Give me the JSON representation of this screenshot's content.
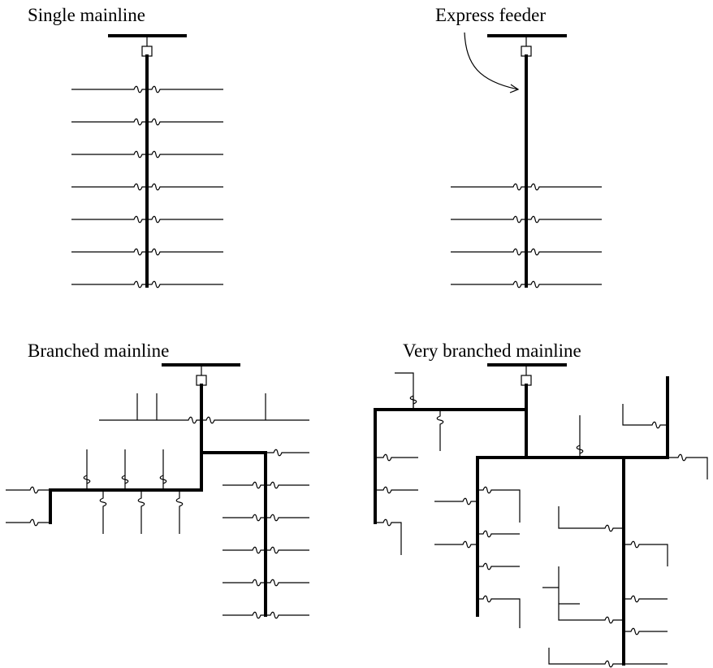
{
  "panels": [
    {
      "title": "Single mainline"
    },
    {
      "title": "Express feeder"
    },
    {
      "title": "Branched mainline"
    },
    {
      "title": "Very branched mainline"
    }
  ]
}
